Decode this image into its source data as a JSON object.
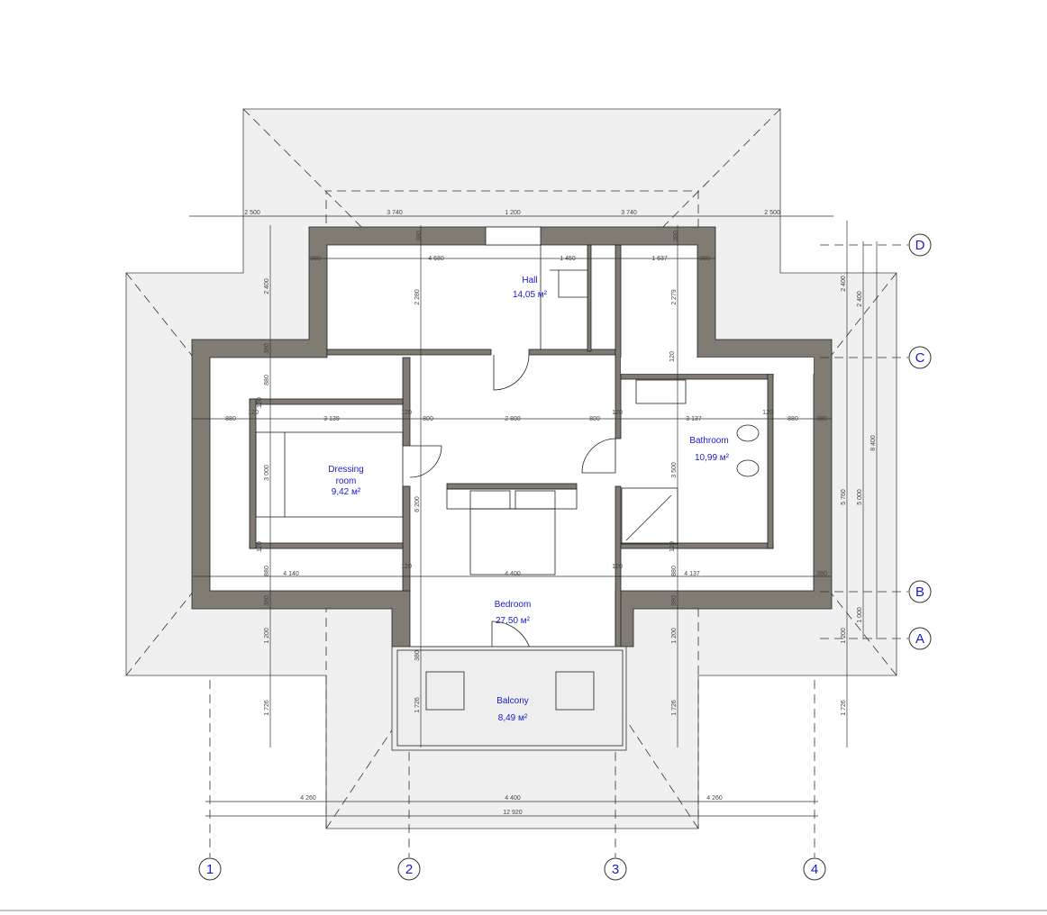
{
  "colors": {
    "wall": "#807b73",
    "roof": "#f0f0f0",
    "label": "#1a1acc"
  },
  "rooms": [
    {
      "name": "Hall",
      "area": "14,05 м²"
    },
    {
      "name": "Dressing",
      "name2": "room",
      "area": "9,42 м²"
    },
    {
      "name": "Bathroom",
      "area": "10,99 м²"
    },
    {
      "name": "Bedroom",
      "area": "27,50 м²"
    },
    {
      "name": "Balcony",
      "area": "8,49 м²"
    }
  ],
  "axes": {
    "columns": [
      "1",
      "2",
      "3",
      "4"
    ],
    "rows": [
      "D",
      "C",
      "B",
      "A"
    ]
  },
  "dimensions": [
    "2 500",
    "3 740",
    "1 200",
    "3 740",
    "2 500",
    "380",
    "4 680",
    "1 450",
    "1 637",
    "380",
    "380",
    "380",
    "880",
    "120",
    "3 139",
    "120",
    "800",
    "2 800",
    "800",
    "120",
    "3 137",
    "120",
    "880",
    "380",
    "4 140",
    "120",
    "4 400",
    "120",
    "4 137",
    "380",
    "2 400",
    "380",
    "880",
    "120",
    "3 000",
    "120",
    "880",
    "380",
    "1 200",
    "1 726",
    "2 280",
    "6 200",
    "380",
    "1 726",
    "2 279",
    "120",
    "3 500",
    "120",
    "880",
    "380",
    "1 200",
    "1 726",
    "2 400",
    "5 760",
    "1 200",
    "1 726",
    "2 400",
    "5 000",
    "1 000",
    "8 400",
    "4 260",
    "4 400",
    "4 260",
    "12 920"
  ]
}
